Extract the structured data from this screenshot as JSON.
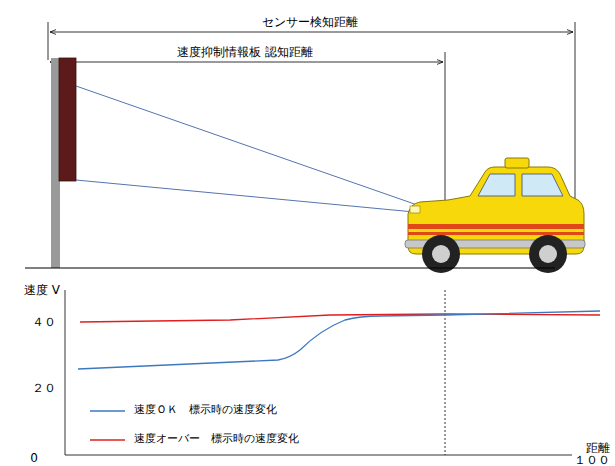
{
  "diagram": {
    "labels": [
      "センサー検知距離",
      "速度抑制情報板 認知距離",
      "速度 V",
      "４０",
      "２０",
      "0",
      "距離",
      "１００"
    ],
    "legend": [
      {
        "text": "速度ＯＫ　標示時の速度変化"
      },
      {
        "text": "速度オーバー　標示時の速度変化"
      }
    ]
  }
}
